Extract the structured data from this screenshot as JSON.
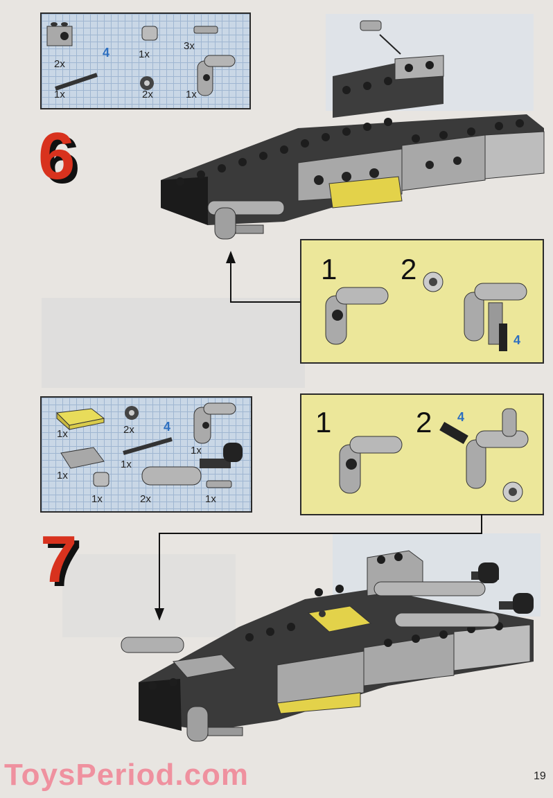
{
  "steps": [
    {
      "number": "6",
      "parts": [
        {
          "name": "technic-brick-1x2",
          "qty": "2x"
        },
        {
          "name": "bush",
          "qty": "1x"
        },
        {
          "name": "axle-pin",
          "qty": "3x"
        },
        {
          "name": "axle",
          "qty": "1x",
          "length": "4"
        },
        {
          "name": "gear-8-tooth",
          "qty": "2x"
        },
        {
          "name": "steering-arm",
          "qty": "1x"
        }
      ],
      "callout": {
        "sub1": "1",
        "sub2": "2",
        "axle_length": "4"
      }
    },
    {
      "number": "7",
      "parts": [
        {
          "name": "yellow-plate-2x2",
          "qty": "1x"
        },
        {
          "name": "gear-8-tooth",
          "qty": "2x"
        },
        {
          "name": "steering-arm",
          "qty": "1x"
        },
        {
          "name": "axle",
          "qty": "1x",
          "length": "4"
        },
        {
          "name": "tile-2x2",
          "qty": "1x"
        },
        {
          "name": "bush",
          "qty": "1x"
        },
        {
          "name": "shock-absorber-arm",
          "qty": "2x"
        },
        {
          "name": "axle-pin",
          "qty": "1x"
        }
      ],
      "callout": {
        "sub1": "1",
        "sub2": "2",
        "axle_length": "4"
      }
    }
  ],
  "watermark": "ToysPeriod.com",
  "page_number": "19",
  "colors": {
    "step_number": "#d8321e",
    "callout_bg": "#ece79a",
    "parts_bg": "#c9d7e6",
    "accent_blue": "#2d6fc0"
  }
}
